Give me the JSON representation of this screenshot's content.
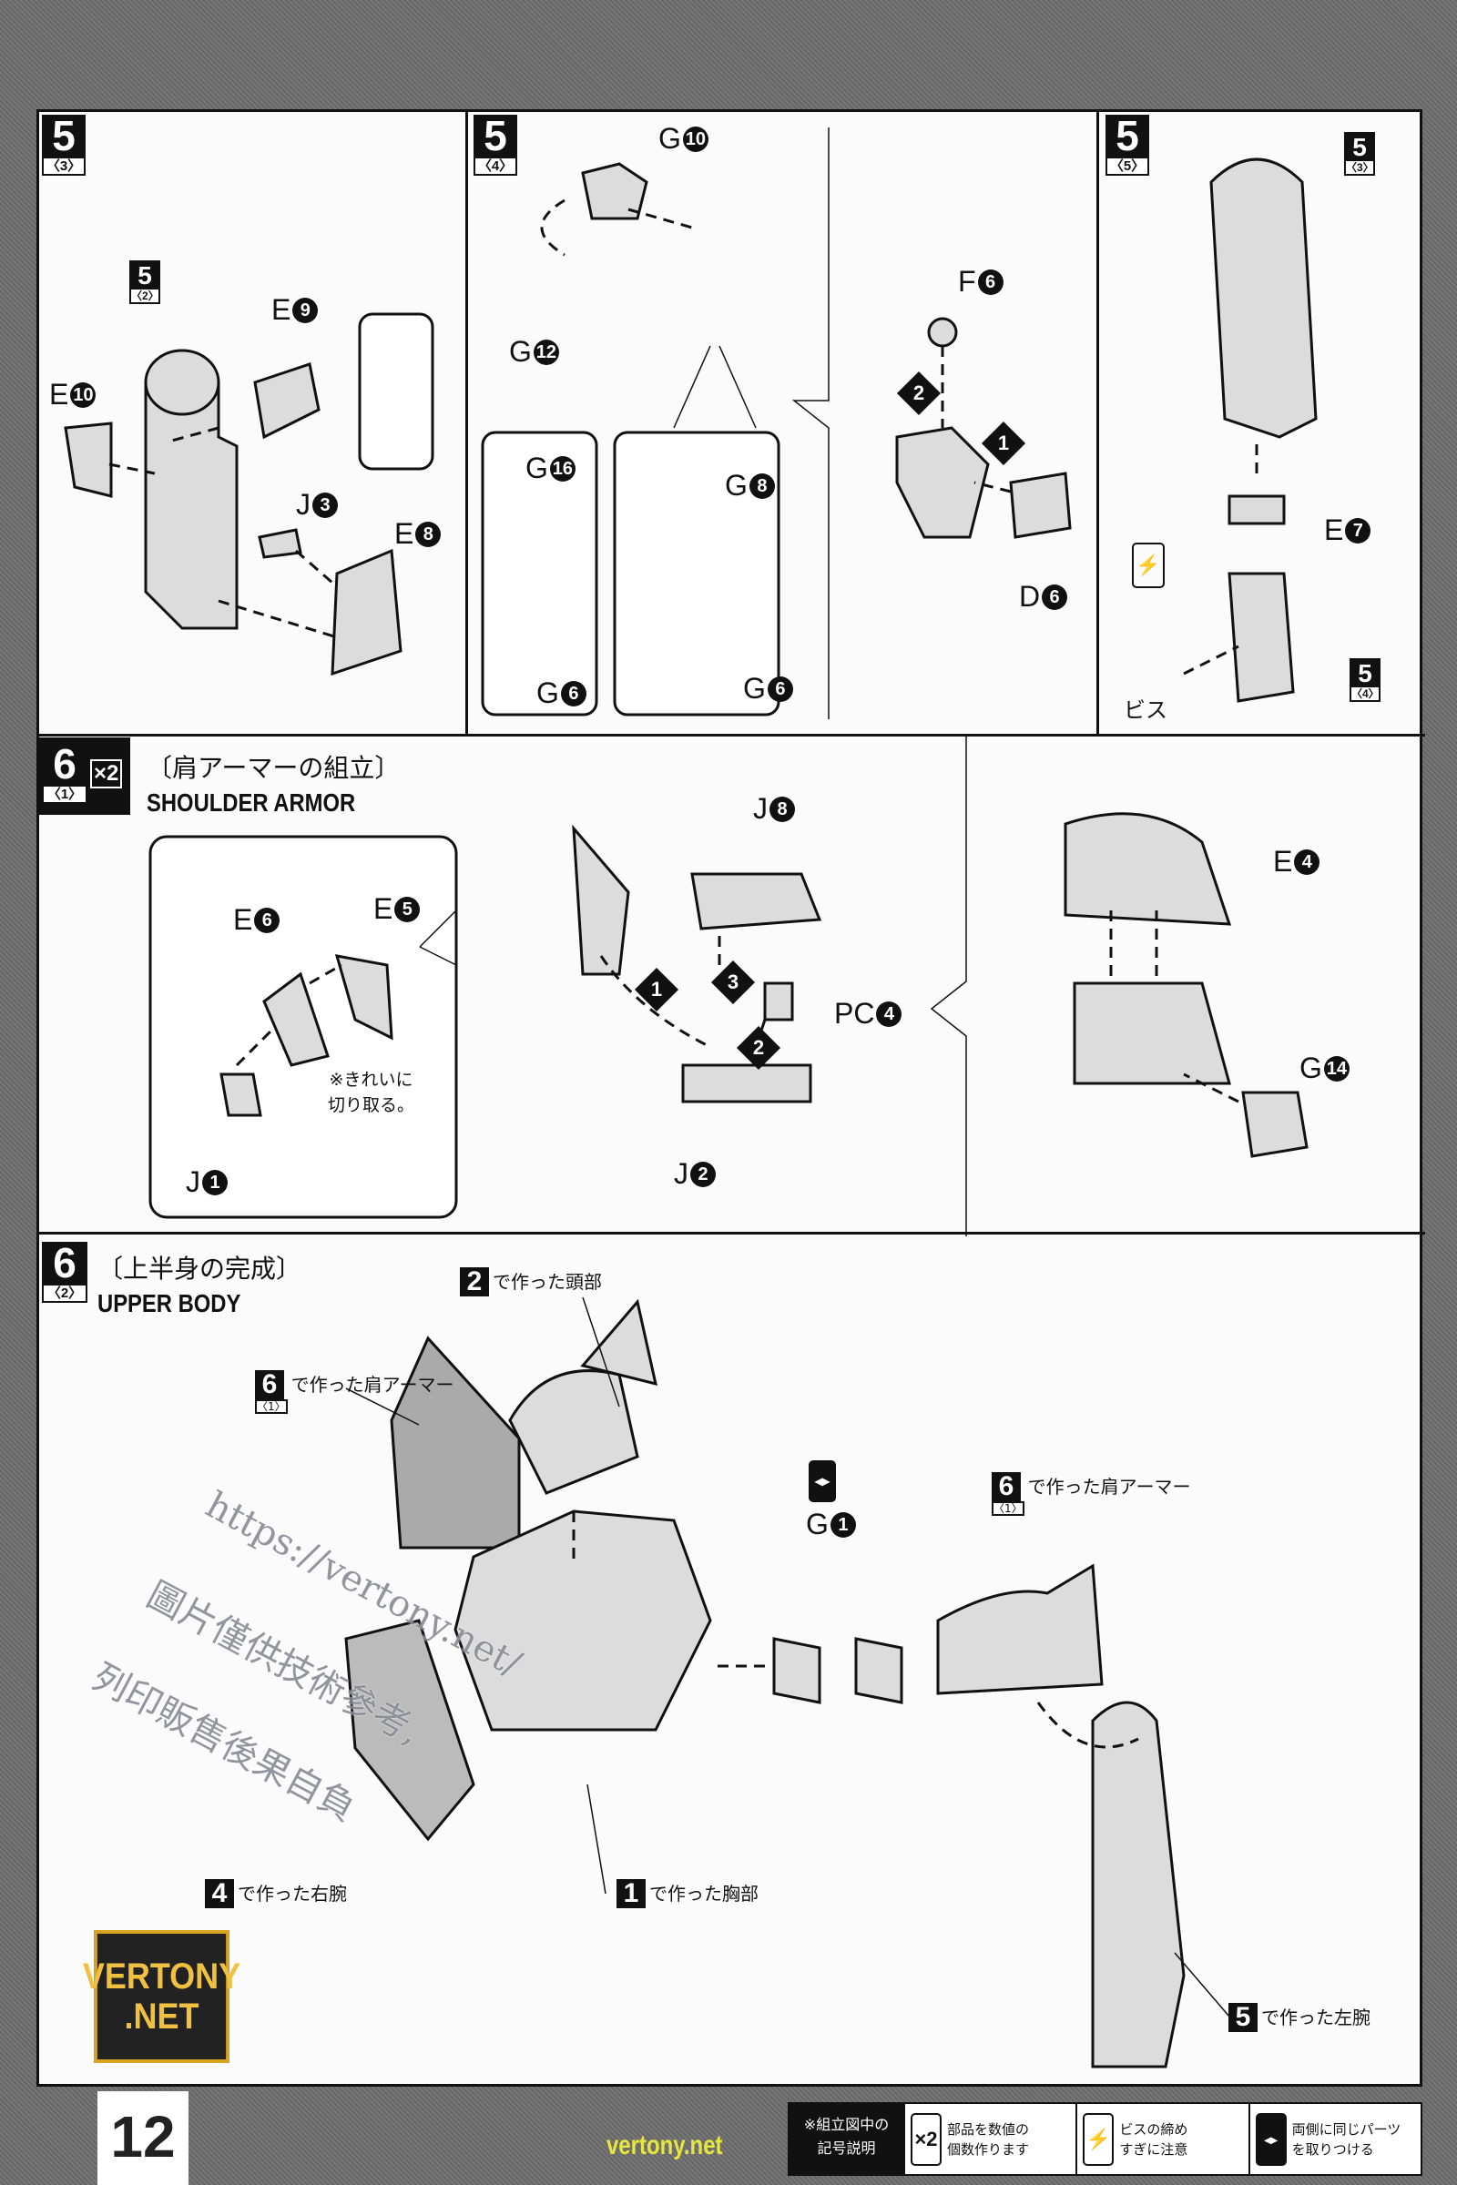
{
  "page_number": "12",
  "row1": {
    "p53": {
      "step": "5",
      "sub": "〈3〉",
      "ref_badge": {
        "step": "5",
        "sub": "〈2〉"
      },
      "labels": [
        {
          "p": "E",
          "n": "9"
        },
        {
          "p": "E",
          "n": "10"
        },
        {
          "p": "J",
          "n": "3"
        },
        {
          "p": "E",
          "n": "8"
        }
      ]
    },
    "p54": {
      "step": "5",
      "sub": "〈4〉",
      "labels": [
        {
          "p": "G",
          "n": "10"
        },
        {
          "p": "G",
          "n": "12"
        },
        {
          "p": "G",
          "n": "16"
        },
        {
          "p": "G",
          "n": "6"
        },
        {
          "p": "G",
          "n": "8"
        },
        {
          "p": "G",
          "n": "6"
        },
        {
          "p": "F",
          "n": "6"
        },
        {
          "p": "D",
          "n": "6"
        }
      ],
      "steps": [
        "1",
        "2"
      ]
    },
    "p55": {
      "step": "5",
      "sub": "〈5〉",
      "ref_top": {
        "step": "5",
        "sub": "〈3〉"
      },
      "ref_bottom": {
        "step": "5",
        "sub": "〈4〉"
      },
      "labels": [
        {
          "p": "E",
          "n": "7"
        }
      ],
      "screw_label": "ビス",
      "screw_icon": "screw-caution-icon"
    }
  },
  "row2": {
    "step": "6",
    "sub": "〈1〉",
    "multiplier": "×2",
    "title_jp": "〔肩アーマーの組立〕",
    "title_en": "SHOULDER ARMOR",
    "inset": {
      "labels": [
        {
          "p": "E",
          "n": "6"
        },
        {
          "p": "E",
          "n": "5"
        },
        {
          "p": "J",
          "n": "1"
        }
      ],
      "note": [
        "※きれいに",
        "切り取る。"
      ]
    },
    "labels": [
      {
        "p": "J",
        "n": "8"
      },
      {
        "p": "PC",
        "n": "4"
      },
      {
        "p": "J",
        "n": "2"
      },
      {
        "p": "E",
        "n": "4"
      },
      {
        "p": "G",
        "n": "14"
      }
    ],
    "steps": [
      "1",
      "2",
      "3"
    ]
  },
  "row3": {
    "step": "6",
    "sub": "〈2〉",
    "title_jp": "〔上半身の完成〕",
    "title_en": "UPPER BODY",
    "callouts": [
      {
        "n": "2",
        "sub": "",
        "text": "で作った頭部"
      },
      {
        "n": "6",
        "sub": "〈1〉",
        "text": "で作った肩アーマー"
      },
      {
        "n": "6",
        "sub": "〈1〉",
        "text": "で作った肩アーマー"
      },
      {
        "n": "1",
        "sub": "",
        "text": "で作った胸部"
      },
      {
        "n": "4",
        "sub": "",
        "text": "で作った右腕"
      },
      {
        "n": "5",
        "sub": "",
        "text": "で作った左腕"
      }
    ],
    "labels": [
      {
        "p": "G",
        "n": "1"
      }
    ],
    "mirror_icon": "mirror-both-sides-icon"
  },
  "watermark": [
    "https://vertony.net/",
    "圖片僅供技術參考,",
    "列印販售後果自負"
  ],
  "logo": [
    "VERTONY",
    ".NET"
  ],
  "corner_mark": "vertony.net",
  "legend": {
    "heading": [
      "※組立図中の",
      "記号説明"
    ],
    "items": [
      {
        "icon": "×2",
        "lines": [
          "部品を数値の",
          "個数作ります"
        ]
      },
      {
        "icon": "screw-caution-icon",
        "lines": [
          "ビスの締め",
          "すぎに注意"
        ]
      },
      {
        "icon": "mirror-both-sides-icon",
        "lines": [
          "両側に同じパーツ",
          "を取りつける"
        ]
      }
    ]
  },
  "colors": {
    "background": "#6e6e6e",
    "paper": "#fbfbfb",
    "ink": "#111111",
    "part_fill": "#d8d8d8",
    "logo": "#f0c040"
  }
}
